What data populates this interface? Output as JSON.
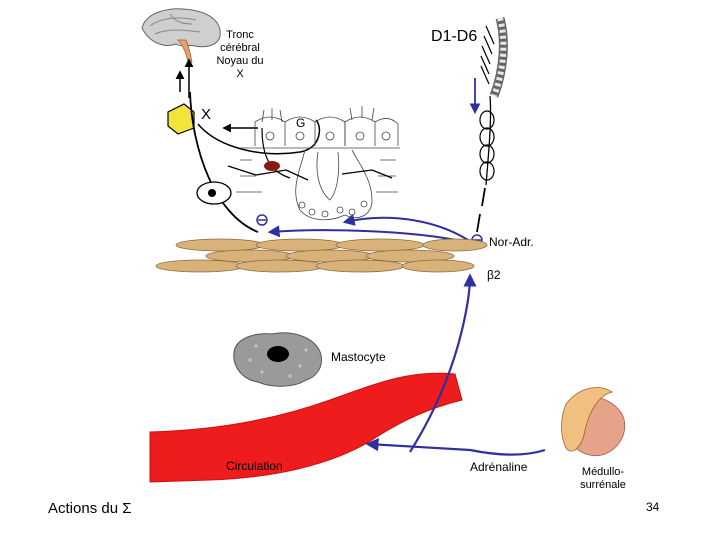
{
  "labels": {
    "brainstem": [
      "Tronc",
      "cérébral",
      "Noyau du",
      "X"
    ],
    "spinal_level": "D1-D6",
    "vagus": "X",
    "ganglion": "G",
    "noradrenaline": "Nor-Adr.",
    "receptor": "β2",
    "mast_cell": "Mastocyte",
    "circulation": "Circulation",
    "adrenaline": "Adrénaline",
    "adrenal_medulla": [
      "Médullo-",
      "surrénale"
    ],
    "footer_title": "Actions du Σ",
    "slide_number": "34"
  },
  "colors": {
    "blood_vessel": "#ee1c1c",
    "smooth_muscle": "#d9b27a",
    "pathway_blue": "#2f2fa0",
    "vagal_nucleus": "#f2e43a",
    "mast_cell": "#9a9a9a",
    "adrenal": "#e7a28a"
  }
}
